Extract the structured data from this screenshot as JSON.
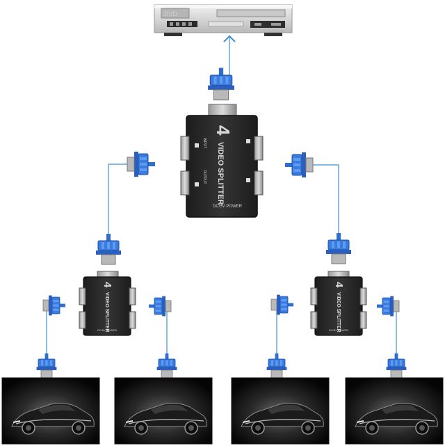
{
  "source_device": {
    "display_text": "DVD"
  },
  "splitters": {
    "main": {
      "brand_line1": "VIDEO SPLITTER",
      "brand_number": "4",
      "port_labels": [
        "INPUT",
        "OUTPUT"
      ],
      "power_label": "DC/5V  POWER"
    },
    "left": {
      "brand_line1": "VIDEO SPLITTER",
      "brand_number": "4",
      "power_label": "DC/5V  POWER"
    },
    "right": {
      "brand_line1": "VIDEO SPLITTER",
      "brand_number": "4",
      "power_label": "DC/5V  POWER"
    }
  },
  "colors": {
    "cable": "#3d8fd8",
    "connector": "#2f6fd0",
    "splitter_body": "#2b2b2b",
    "dvd_body": "#d9d9d9",
    "monitor_bg": "#0a0a0a"
  },
  "monitors": [
    {
      "name": "monitor-1"
    },
    {
      "name": "monitor-2"
    },
    {
      "name": "monitor-3"
    },
    {
      "name": "monitor-4"
    }
  ]
}
